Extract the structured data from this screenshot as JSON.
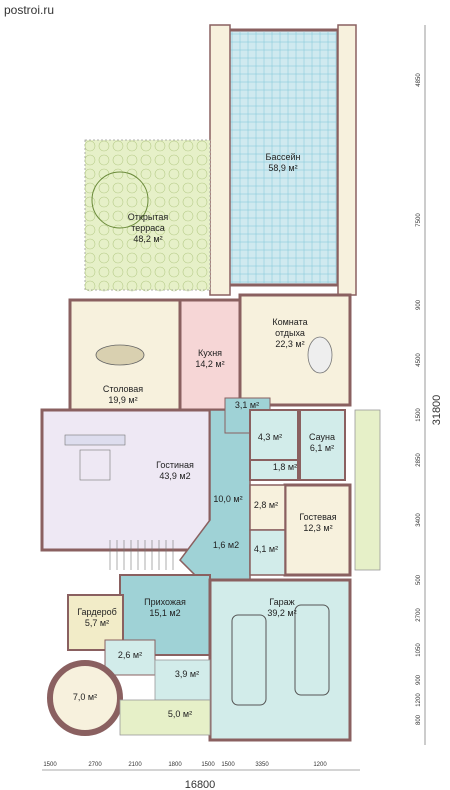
{
  "site_label": "postroi.ru",
  "rooms": [
    {
      "id": "pool",
      "name": "Бассейн",
      "area": "58,9 м²"
    },
    {
      "id": "terrace",
      "name": "Открытая",
      "name2": "терраса",
      "area": "48,2 м²"
    },
    {
      "id": "lounge",
      "name": "Комната",
      "name2": "отдыха",
      "area": "22,3 м²"
    },
    {
      "id": "kitchen",
      "name": "Кухня",
      "area": "14,2 м²"
    },
    {
      "id": "dining",
      "name": "Столовая",
      "area": "19,9 м²"
    },
    {
      "id": "hall-small",
      "name": "",
      "area": "3,1 м²"
    },
    {
      "id": "living",
      "name": "Гостиная",
      "area": "43,9 м2"
    },
    {
      "id": "bath1",
      "name": "",
      "area": "4,3 м²"
    },
    {
      "id": "sauna",
      "name": "Сауна",
      "area": "6,1 м²"
    },
    {
      "id": "shower",
      "name": "",
      "area": "1,8 м²"
    },
    {
      "id": "corridor",
      "name": "",
      "area": "10,0 м²"
    },
    {
      "id": "corr2",
      "name": "",
      "area": "2,8 м²"
    },
    {
      "id": "guest",
      "name": "Гостевая",
      "area": "12,3 м²"
    },
    {
      "id": "wc",
      "name": "",
      "area": "4,1 м²"
    },
    {
      "id": "vest",
      "name": "",
      "area": "1,6 м2"
    },
    {
      "id": "entry",
      "name": "Прихожая",
      "area": "15,1 м2"
    },
    {
      "id": "garage",
      "name": "Гараж",
      "area": "39,2 м²"
    },
    {
      "id": "wardrobe",
      "name": "Гардероб",
      "area": "5,7 м²"
    },
    {
      "id": "stairhall",
      "name": "",
      "area": "2,6 м²"
    },
    {
      "id": "tower",
      "name": "",
      "area": "7,0 м²"
    },
    {
      "id": "porch1",
      "name": "",
      "area": "3,9 м²"
    },
    {
      "id": "porch2",
      "name": "",
      "area": "5,0 м²"
    }
  ],
  "dims_bottom": [
    "1500",
    "2700",
    "2100",
    "1800",
    "1500",
    "1500",
    "3350",
    "1200"
  ],
  "dims_right": [
    "4850",
    "7500",
    "900",
    "4500",
    "1500",
    "2850",
    "3400",
    "500",
    "2700",
    "1050",
    "900",
    "1200",
    "800"
  ],
  "total_width": "16800",
  "total_height": "31800",
  "colors": {
    "pool": "#cfe9ef",
    "terrace": "#e6f0c8",
    "kitchen": "#f6d6d6",
    "dining": "#f7f1dd",
    "living": "#eee8f4",
    "lounge": "#f7f1dd",
    "hall": "#9fd2d6",
    "garage": "#d2ecea",
    "wardrobe": "#f2ecc8",
    "wall": "#9b6b6b"
  }
}
